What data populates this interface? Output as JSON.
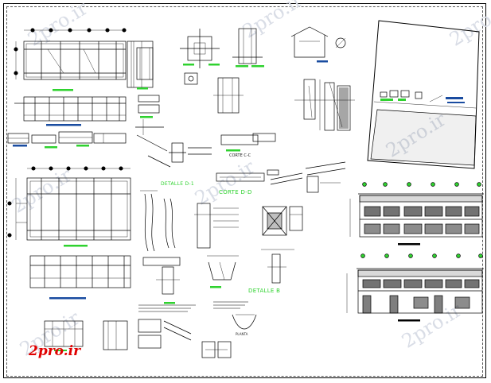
{
  "watermarks": [
    "2pro.ir",
    "2pro.ir",
    "2pro.ir",
    "2pro.ir",
    "2pro.ir",
    "2pro.ir",
    "2pro.ir",
    "2pro.ir"
  ],
  "logo": {
    "text": "2pro.ir",
    "color": "#e00000"
  },
  "labels": {
    "detalle_d1": "DETALLE D-1",
    "corte_dd": "CORTE D-D",
    "corte_cc": "CORTE C-C",
    "detalle_b": "DETALLE B",
    "planta": "PLANTA"
  },
  "colors": {
    "line": "#000000",
    "green_tag": "#2fd22f",
    "blue_tag": "#1a4ca0",
    "watermark": "#d9dde6",
    "logo": "#e00000"
  }
}
